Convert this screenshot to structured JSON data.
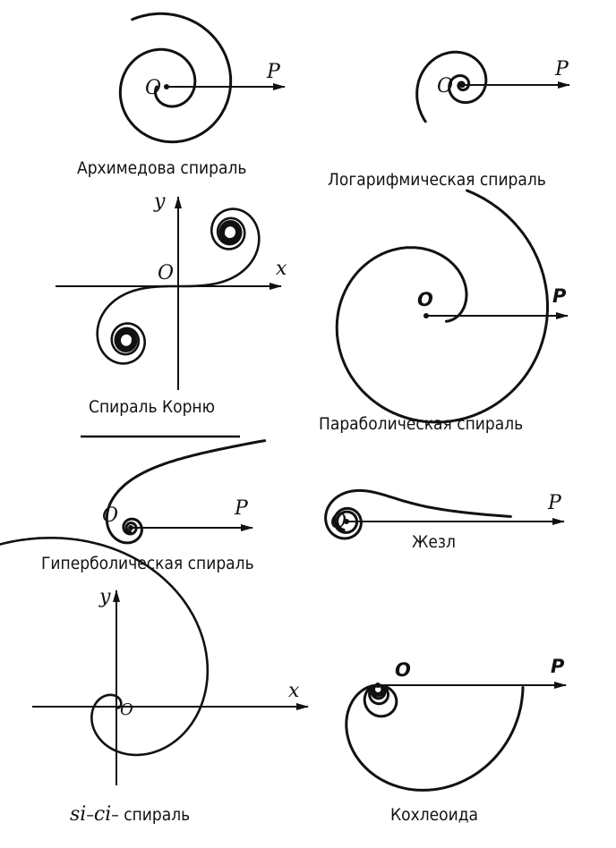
{
  "spirals": [
    {
      "id": "archimedes",
      "caption": "Архимедова спираль",
      "pole": "O",
      "ray": "P"
    },
    {
      "id": "logarithmic",
      "caption": "Логарифмическая спираль",
      "pole": "O",
      "ray": "P"
    },
    {
      "id": "cornu",
      "caption": "Спираль Корню",
      "x_axis": "x",
      "y_axis": "y",
      "origin": "O"
    },
    {
      "id": "parabolic",
      "caption": "Параболическая спираль",
      "pole": "O",
      "ray": "P"
    },
    {
      "id": "hyperbolic",
      "caption": "Гиперболическая спираль",
      "pole": "O",
      "ray": "P"
    },
    {
      "id": "lituus",
      "caption": "Жезл",
      "pole": "O",
      "ray": "P"
    },
    {
      "id": "sici",
      "caption_part1": "si",
      "caption_dash1": "–",
      "caption_part2": "ci",
      "caption_part3": "– спираль",
      "x_axis": "x",
      "y_axis": "y",
      "origin": "O"
    },
    {
      "id": "cochleoid",
      "caption": "Кохлеоида",
      "pole": "O",
      "ray": "P"
    }
  ]
}
